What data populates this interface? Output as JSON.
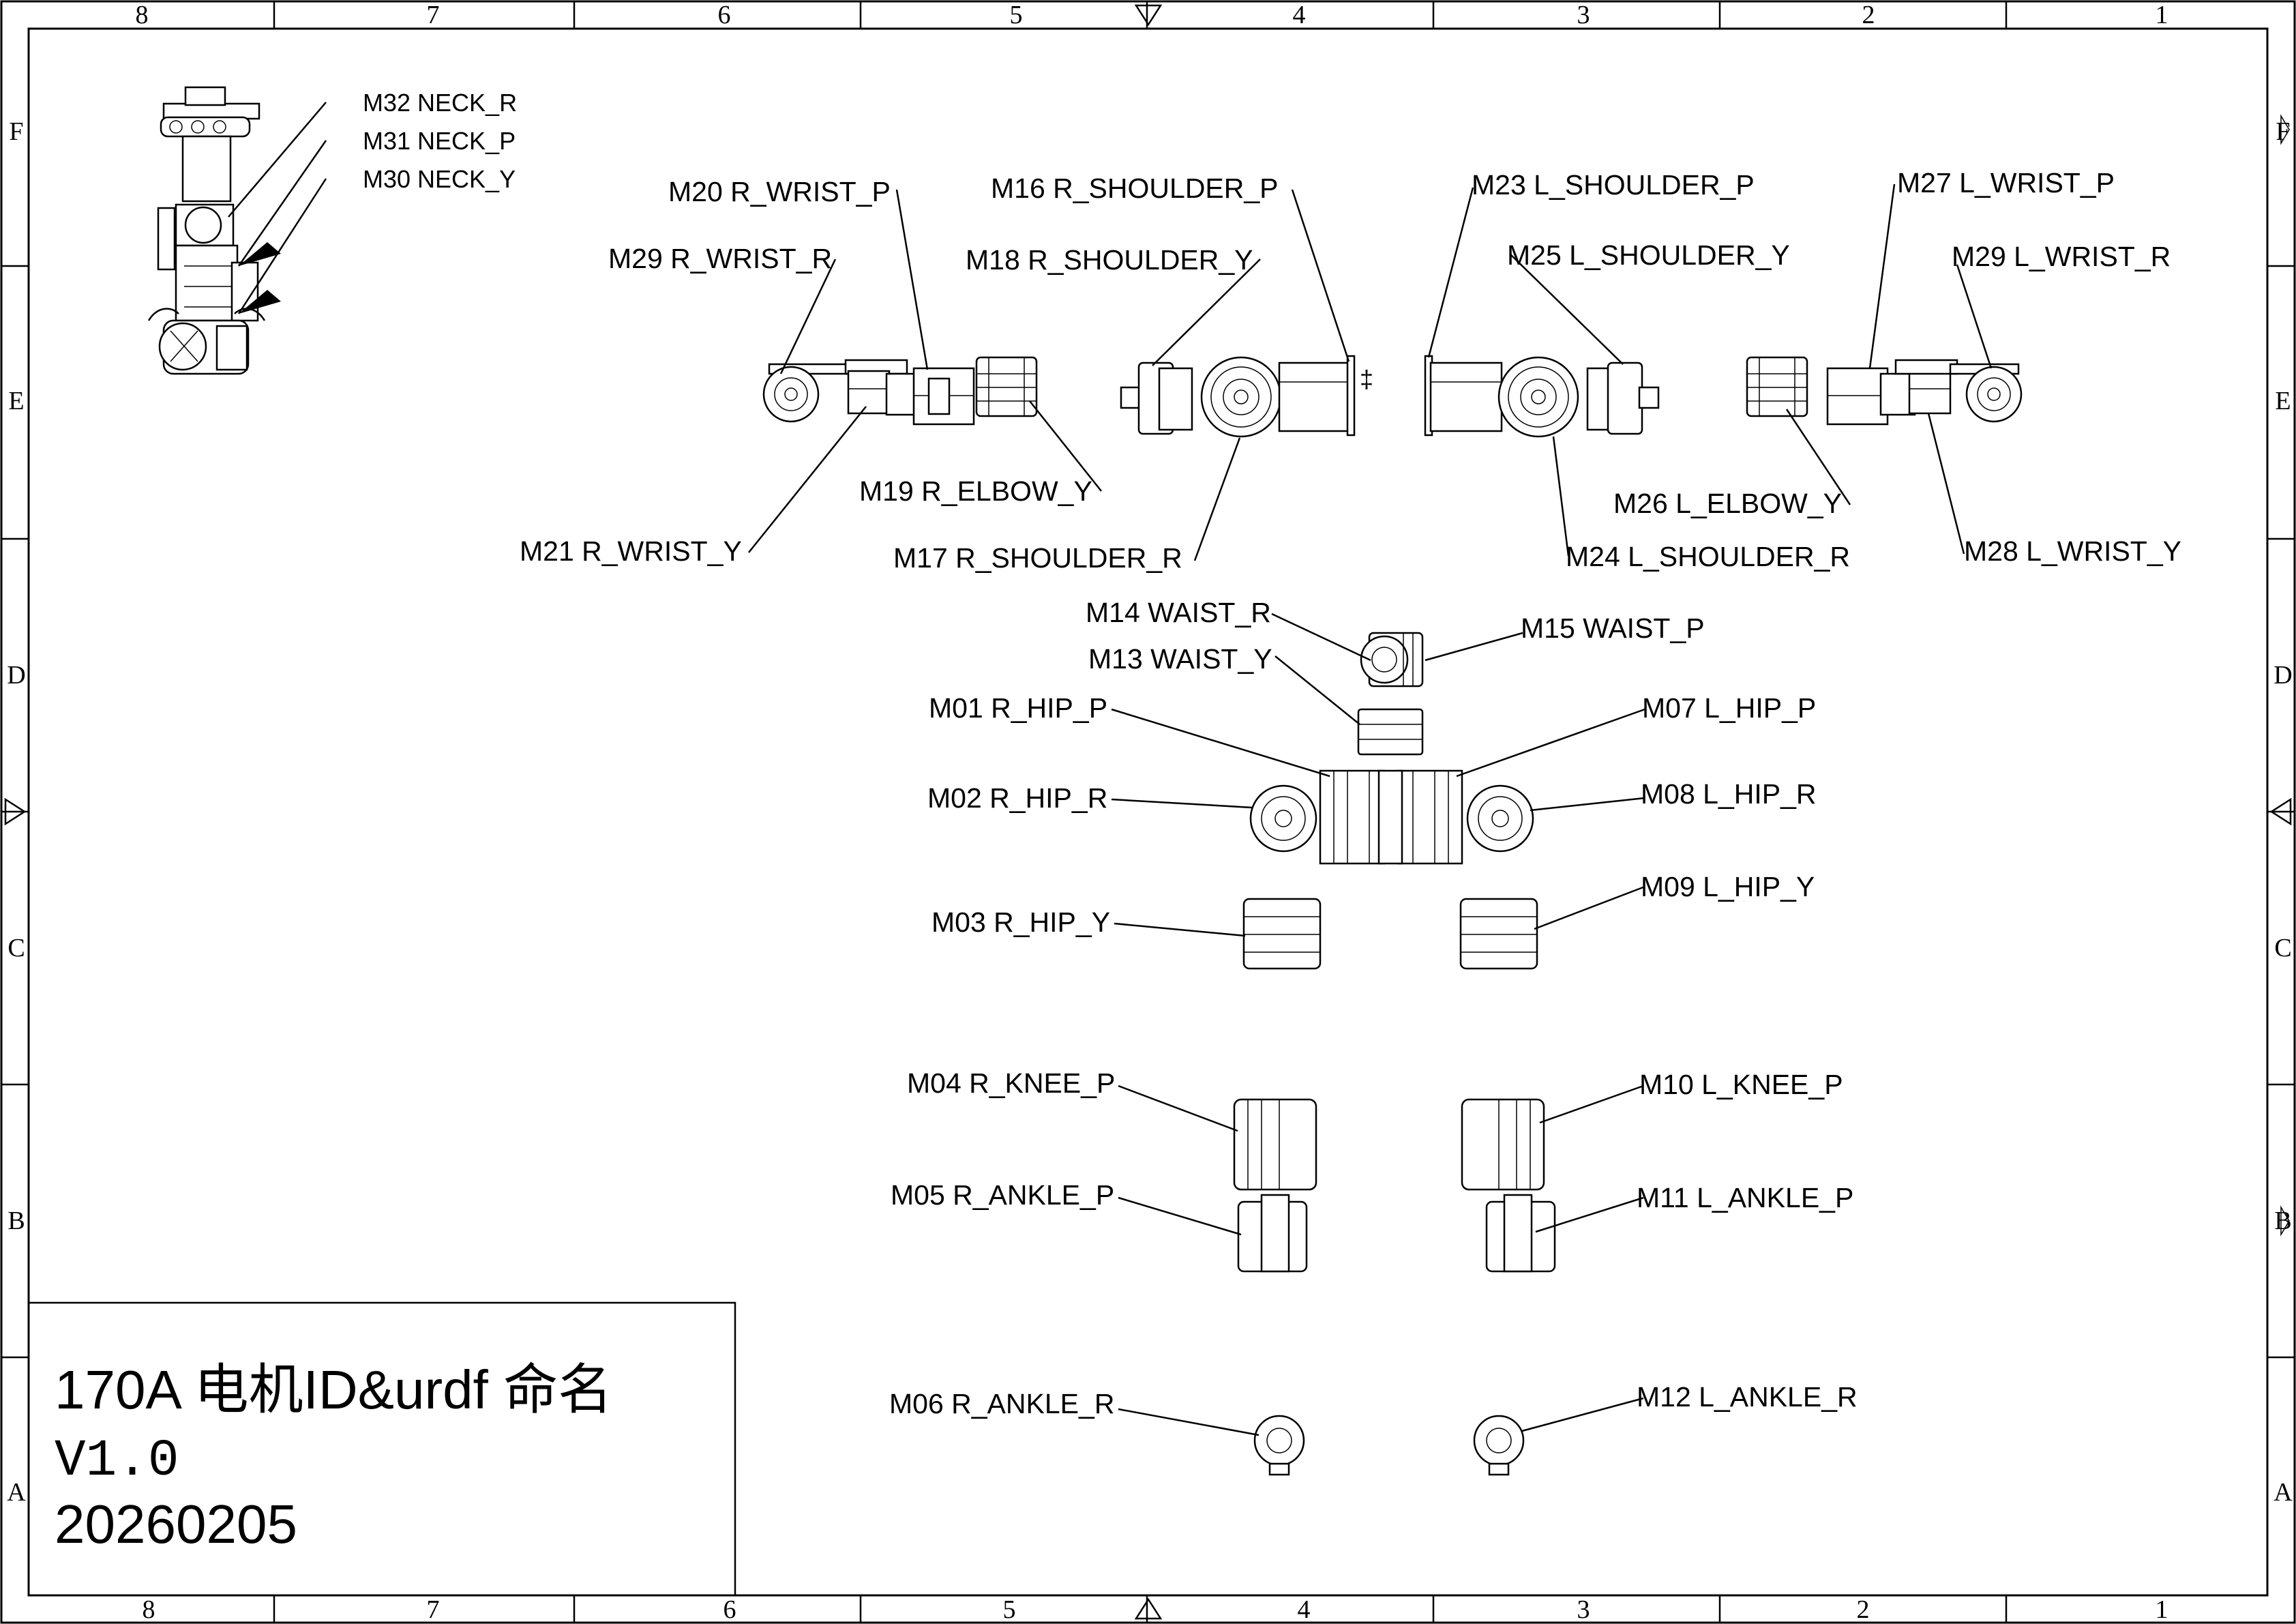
{
  "zones": {
    "columns": [
      "8",
      "7",
      "6",
      "5",
      "4",
      "3",
      "2",
      "1"
    ],
    "rows": [
      "F",
      "E",
      "D",
      "C",
      "B",
      "A"
    ]
  },
  "title_block": {
    "title": "170A 电机ID&urdf 命名",
    "version": "V1.0",
    "date": "20260205"
  },
  "motor_labels": {
    "m32": "M32 NECK_R",
    "m31": "M31 NECK_P",
    "m30": "M30 NECK_Y",
    "m20": "M20 R_WRIST_P",
    "m16": "M16 R_SHOULDER_P",
    "m23": "M23 L_SHOULDER_P",
    "m27": "M27 L_WRIST_P",
    "m29r": "M29 R_WRIST_R",
    "m18": "M18 R_SHOULDER_Y",
    "m25": "M25 L_SHOULDER_Y",
    "m29l": "M29 L_WRIST_R",
    "m19": "M19 R_ELBOW_Y",
    "m26": "M26 L_ELBOW_Y",
    "m21": "M21 R_WRIST_Y",
    "m17": "M17 R_SHOULDER_R",
    "m24": "M24 L_SHOULDER_R",
    "m28": "M28 L_WRIST_Y",
    "m14": "M14 WAIST_R",
    "m15": "M15 WAIST_P",
    "m13": "M13 WAIST_Y",
    "m01": "M01 R_HIP_P",
    "m07": "M07 L_HIP_P",
    "m02": "M02 R_HIP_R",
    "m08": "M08 L_HIP_R",
    "m03": "M03 R_HIP_Y",
    "m09": "M09 L_HIP_Y",
    "m04": "M04 R_KNEE_P",
    "m10": "M10 L_KNEE_P",
    "m05": "M05 R_ANKLE_P",
    "m11": "M11 L_ANKLE_P",
    "m06": "M06 R_ANKLE_R",
    "m12": "M12 L_ANKLE_R"
  }
}
